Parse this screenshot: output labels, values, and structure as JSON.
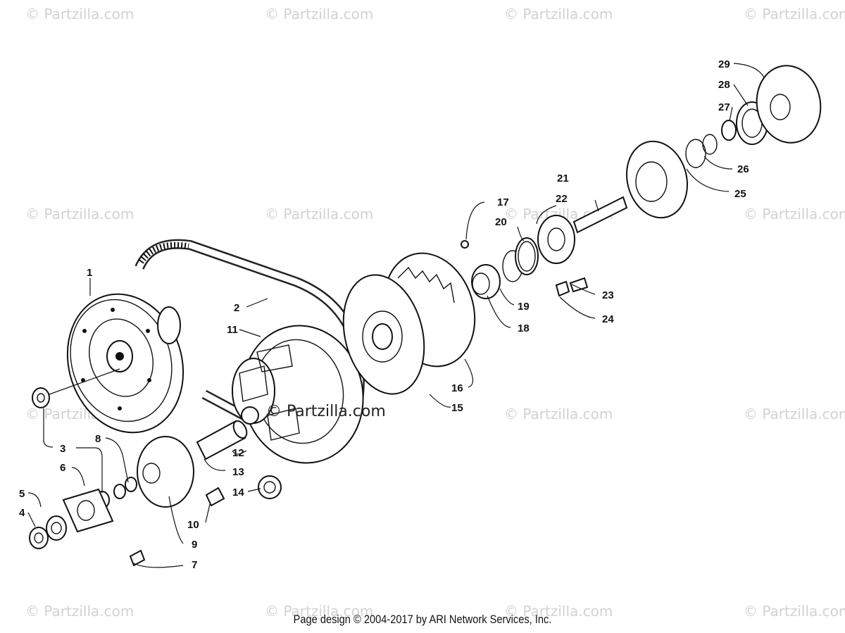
{
  "watermark": "© Partzilla.com",
  "center_watermark": "© Partzilla.com",
  "footer": "Page design © 2004-2017 by ARI Network Services, Inc.",
  "callouts": [
    "1",
    "2",
    "3",
    "4",
    "5",
    "6",
    "7",
    "8",
    "9",
    "10",
    "11",
    "12",
    "13",
    "14",
    "15",
    "16",
    "17",
    "18",
    "19",
    "20",
    "21",
    "22",
    "23",
    "24",
    "25",
    "26",
    "27",
    "28",
    "29"
  ]
}
